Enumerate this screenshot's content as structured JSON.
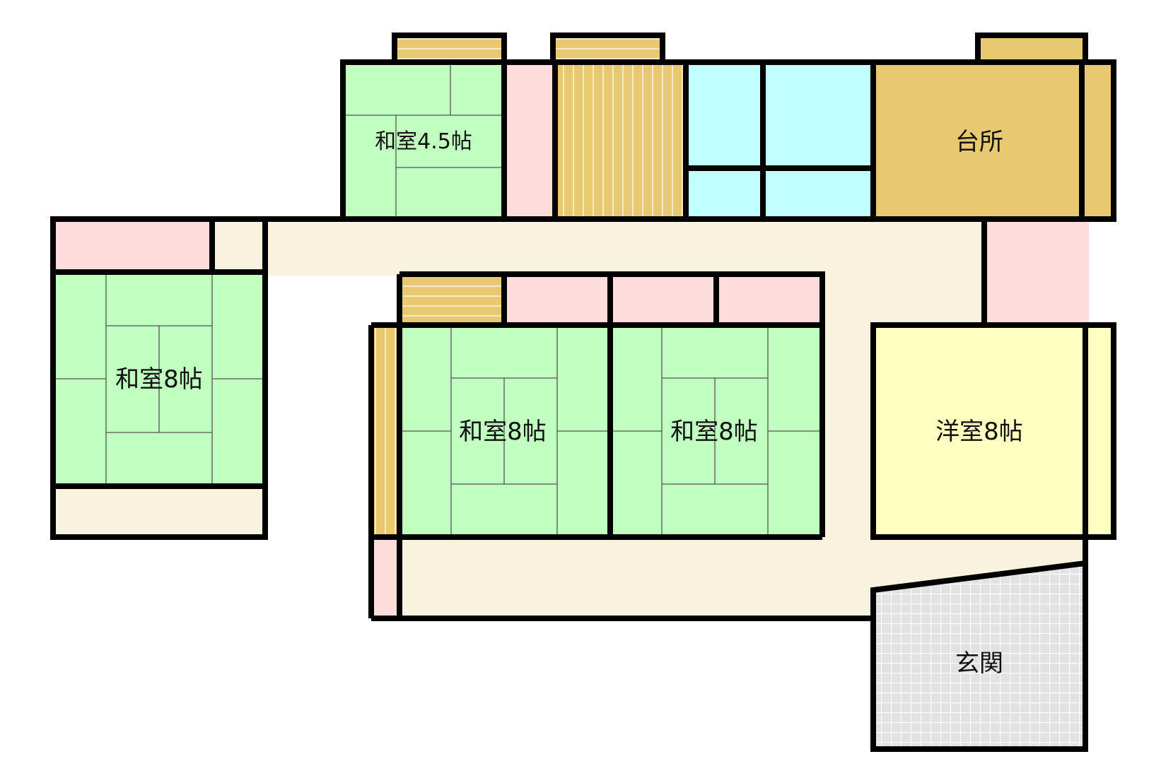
{
  "floor_plan": {
    "rooms": {
      "washitsu_4_5": "和室4.5帖",
      "kitchen": "台所",
      "washitsu_8_west": "和室8帖",
      "washitsu_8_center": "和室8帖",
      "washitsu_8_east": "和室8帖",
      "yoshitsu_8": "洋室8帖",
      "entrance": "玄関"
    },
    "colors": {
      "tatami": "#c0ffc0",
      "hallway": "#f8f2df",
      "storage": "#ffdcdc",
      "wood_floor": "#e8c870",
      "water": "#c0ffff",
      "kitchen": "#e8c870",
      "western": "#ffffc0",
      "entrance": "#e2e2e2",
      "wall": "#000000"
    }
  }
}
